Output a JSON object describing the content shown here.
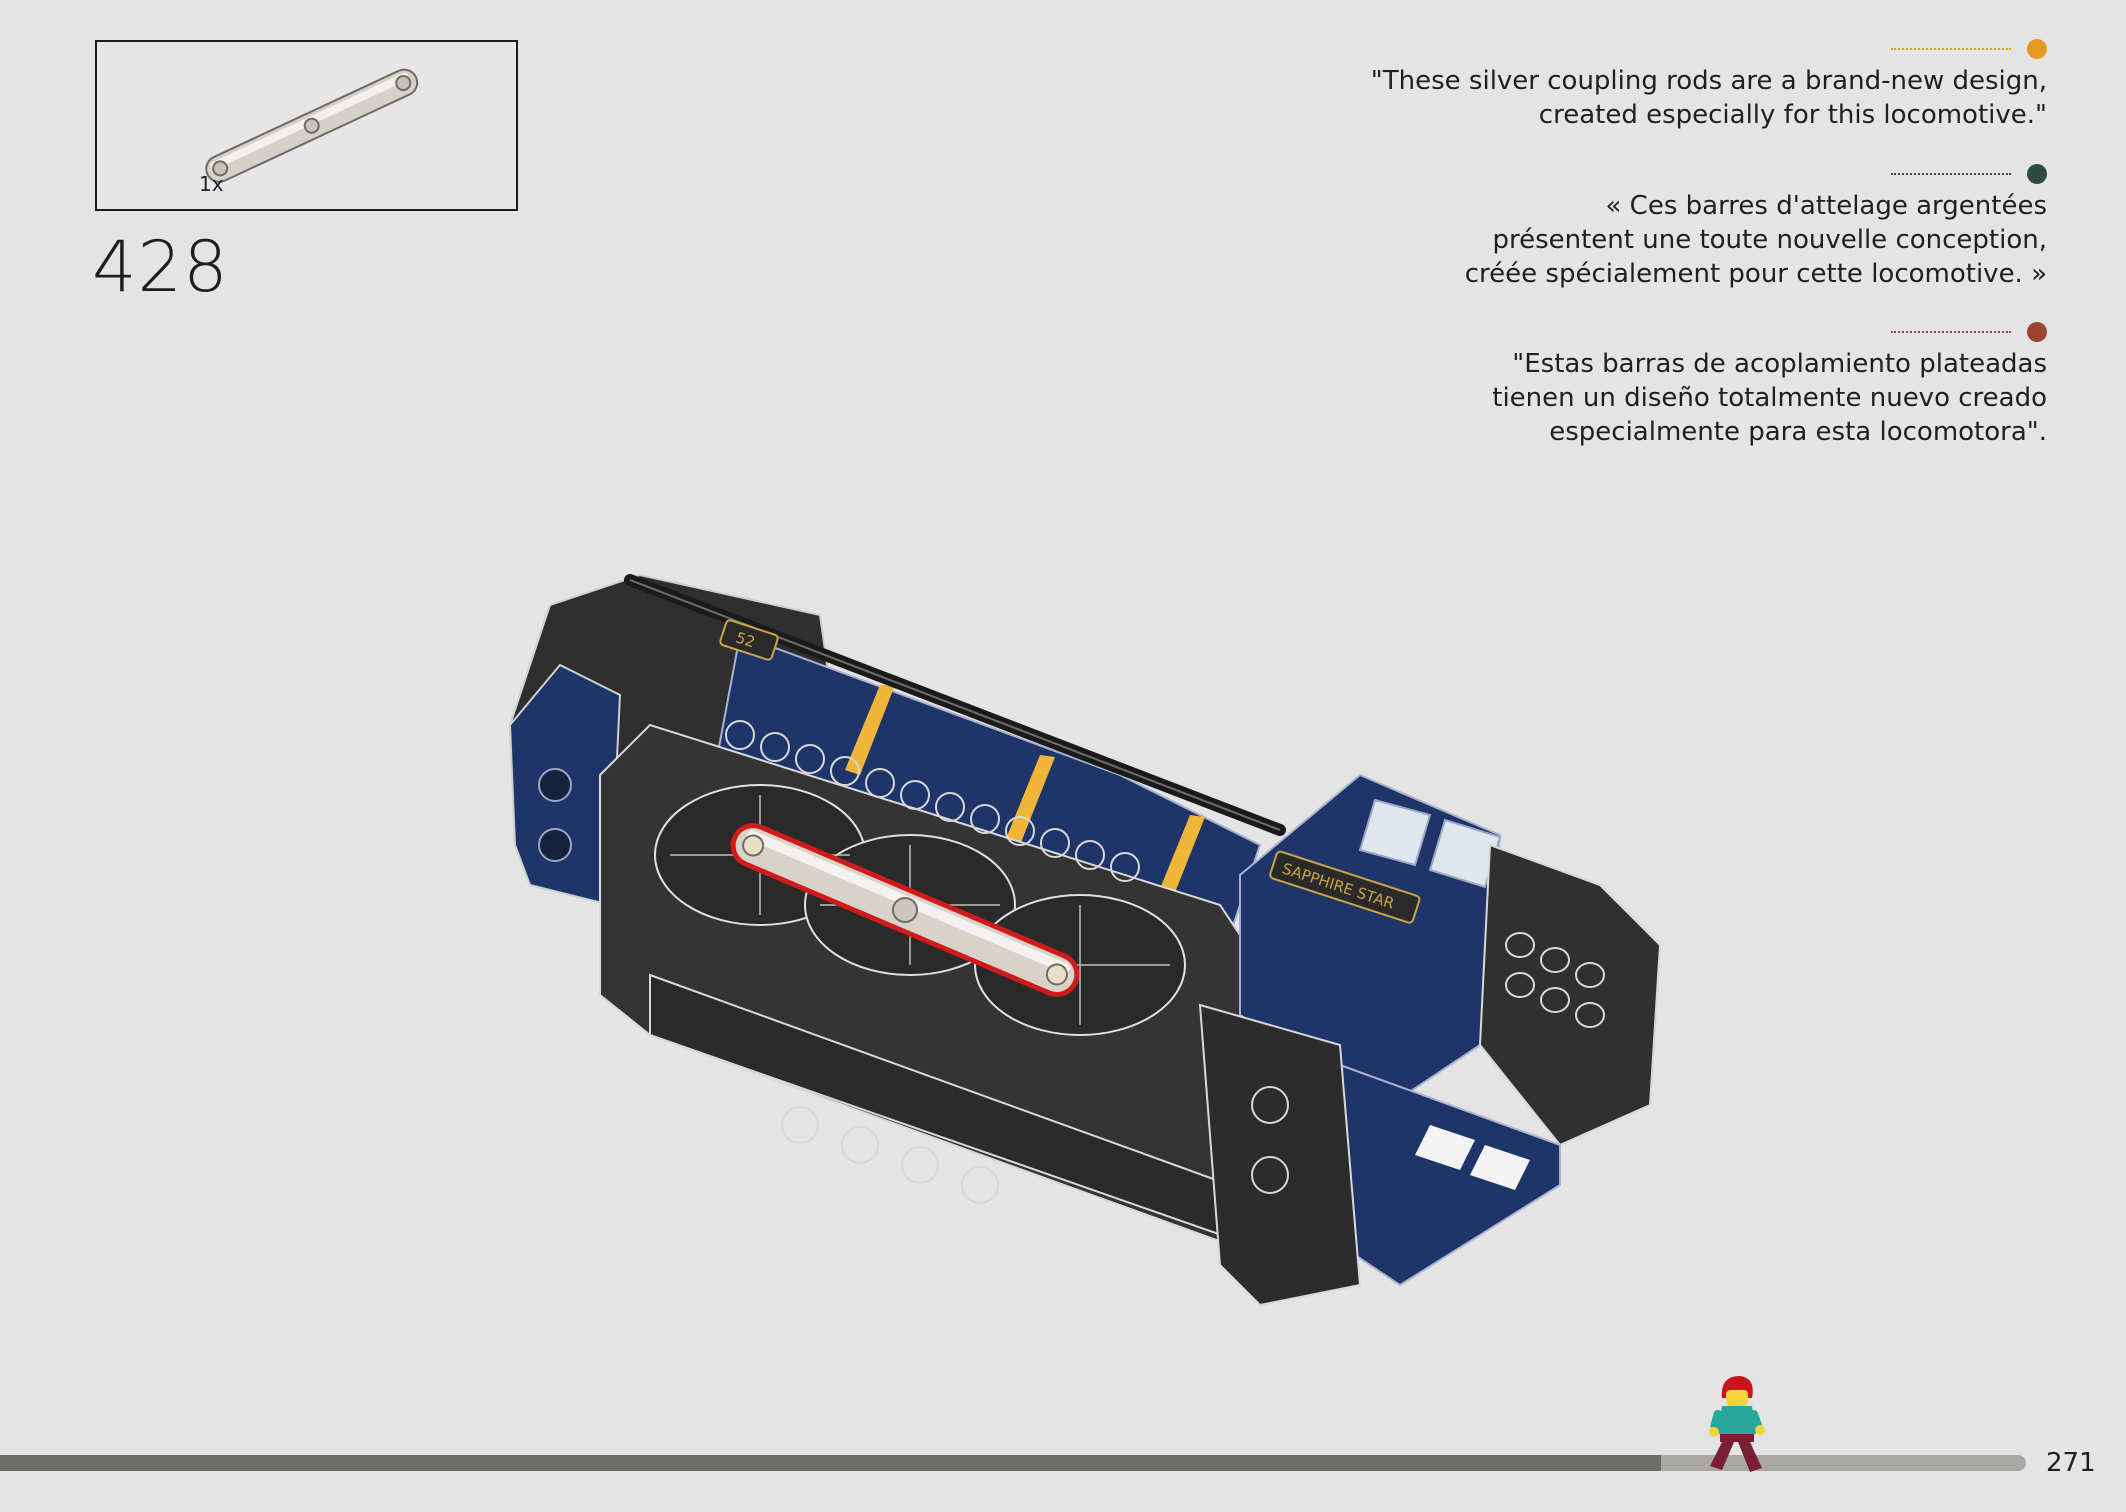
{
  "parts_callout": {
    "quantity": "1x",
    "part_icon": "coupling-rod-icon"
  },
  "step": {
    "number": "428"
  },
  "tips": [
    {
      "language": "en",
      "dot_color": "#e39b1f",
      "lines": [
        "\"These silver coupling rods are a brand-new design,",
        "created especially for this locomotive.\""
      ]
    },
    {
      "language": "fr",
      "dot_color": "#2f4a40",
      "lines": [
        "« Ces barres d'attelage argentées",
        "présentent une toute nouvelle conception,",
        "créée spécialement pour cette locomotive. »"
      ]
    },
    {
      "language": "es",
      "dot_color": "#9b4434",
      "lines": [
        "\"Estas barras de acoplamiento plateadas",
        "tienen un diseño totalmente nuevo creado",
        "especialmente para esta locomotora\"."
      ]
    }
  ],
  "model": {
    "nameplate": "SAPPHIRE STAR",
    "number_plate": "52",
    "colors": {
      "body_blue": "#1f3569",
      "dark_grey": "#343434",
      "highlight": "#d11a1a",
      "stripe": "#f0b63a"
    }
  },
  "progress": {
    "fraction": 0.82
  },
  "page_number": "271"
}
